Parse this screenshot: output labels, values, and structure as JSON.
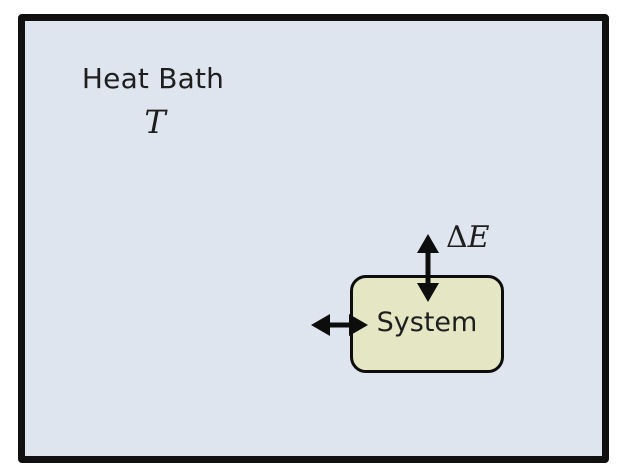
{
  "bath": {
    "title": "Heat Bath",
    "temperature_symbol": "T",
    "fill_color": "#dfe5ef",
    "border_color": "#101010"
  },
  "system": {
    "label": "System",
    "fill_color": "#e5e6c4",
    "border_color": "#0d0d0d"
  },
  "energy_exchange": {
    "delta_symbol": "Δ",
    "energy_symbol": "E"
  },
  "icons": {
    "vertical_arrow": "double-headed-vertical-arrow",
    "horizontal_arrow": "double-headed-horizontal-arrow"
  }
}
